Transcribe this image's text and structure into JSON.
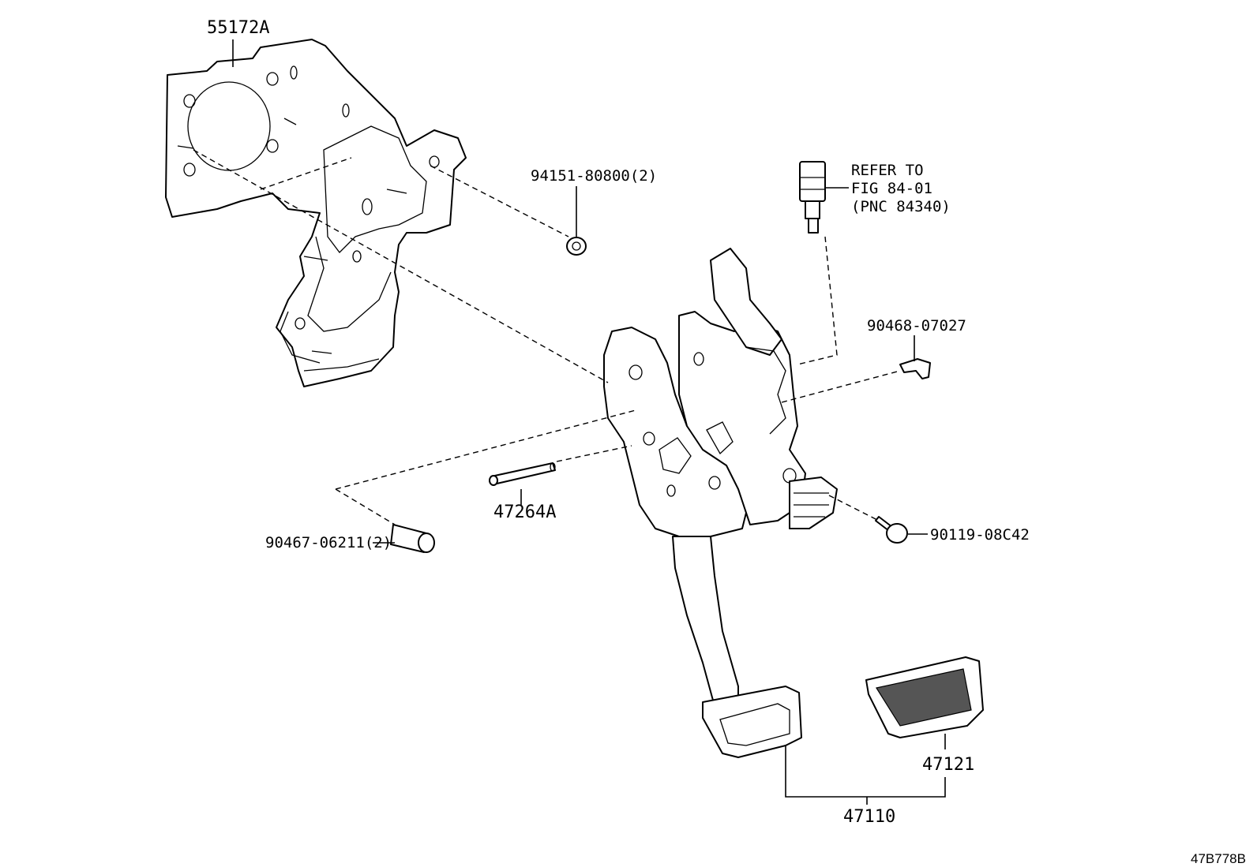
{
  "parts": {
    "bracket_panel": "55172A",
    "nut": "94151-80800(2)",
    "switch_ref_line1": "REFER TO",
    "switch_ref_line2": "FIG 84-01",
    "switch_ref_line3": "(PNC 84340)",
    "clip": "90468-07027",
    "pin": "47264A",
    "stopper": "90467-06211(2)",
    "bolt": "90119-08C42",
    "pedal_pad": "47121",
    "pedal_assembly": "47110"
  },
  "figure_id": "47B778B"
}
